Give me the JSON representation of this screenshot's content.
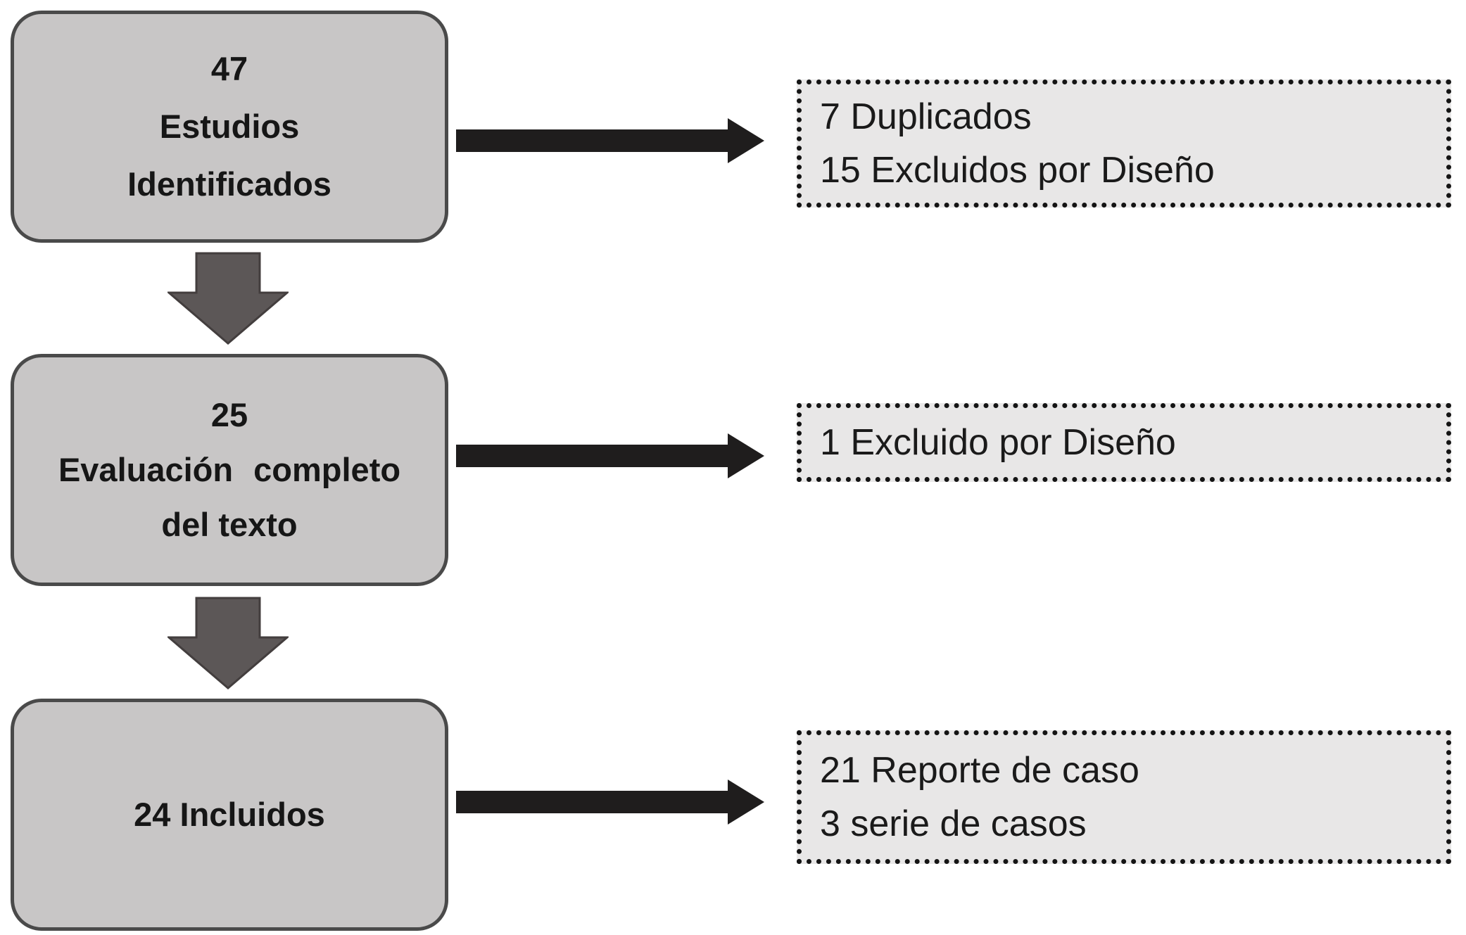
{
  "diagram": {
    "colors": {
      "box_fill": "#c8c6c6",
      "box_border": "#4a4a4a",
      "side_fill": "#e8e7e7",
      "side_border": "#141414",
      "h_arrow": "#1f1d1d",
      "down_arrow_fill": "#5c5757",
      "down_arrow_stroke": "#433e3e"
    },
    "stage1": {
      "count": "47",
      "line2": "Estudios",
      "line3": "Identificados"
    },
    "stage2": {
      "count": "25",
      "line2": "Evaluación completo",
      "line3": "del texto"
    },
    "stage3": {
      "line1": "24 Incluidos"
    },
    "exclusion1": {
      "line1": "7 Duplicados",
      "line2": "15 Excluidos por Diseño"
    },
    "exclusion2": {
      "line1": "1 Excluido por Diseño"
    },
    "outcome": {
      "line1": "21 Reporte de caso",
      "line2": "3 serie de casos"
    }
  }
}
